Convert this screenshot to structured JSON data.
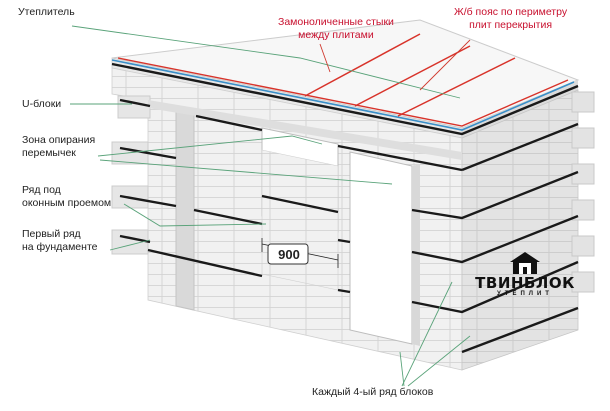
{
  "labels": {
    "insulation": "Утеплитель",
    "u_blocks": "U-блоки",
    "lintel_zone": "Зона опирания\nперемычек",
    "under_window_row": "Ряд под\nоконным проемом",
    "first_row": "Первый ряд\nна фундаменте",
    "joints": "Замоноличенные стыки\nмежду плитами",
    "ring_beam": "Ж/б пояс по периметру\nплит перекрытия",
    "every_fourth": "Каждый 4-ый ряд блоков",
    "dimension": "900"
  },
  "logo": {
    "name": "ТВИНБЛОК",
    "subtitle": "УТЕПЛИТ"
  },
  "colors": {
    "annotation_red": "#c8102e",
    "rebar_black": "#1a1a1a",
    "leader_green": "#5aa37a",
    "leader_red": "#d0392f",
    "beam_red": "#d8332a",
    "beam_blue": "#3a8fc8",
    "block_light": "#f3f3f3",
    "block_mid": "#e4e4e4",
    "block_dark": "#d5d5d5",
    "mortar": "#c8c8c8"
  }
}
